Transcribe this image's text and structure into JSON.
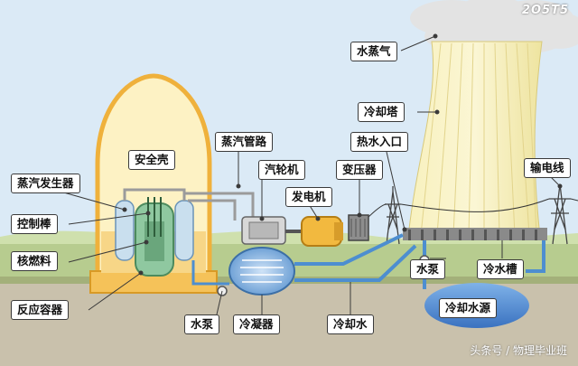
{
  "diagram": {
    "labels": {
      "containment": "安全壳",
      "steam_pipe": "蒸汽管路",
      "steam_generator": "蒸汽发生器",
      "turbine": "汽轮机",
      "transformer": "变压器",
      "generator": "发电机",
      "control_rod": "控制棒",
      "fuel": "核燃料",
      "reactor_vessel": "反应容器",
      "water_pump_left": "水泵",
      "condenser": "冷凝器",
      "cooling_water": "冷却水",
      "water_vapor": "水蒸气",
      "cooling_tower": "冷却塔",
      "hot_water_inlet": "热水入口",
      "power_line": "输电线",
      "water_pump_right": "水泵",
      "cooling_tank": "冷水槽",
      "cooling_source": "冷却水源"
    }
  },
  "watermarks": {
    "top_right": "2O5T5",
    "bottom_right": "头条号 / 物理毕业班"
  },
  "colors": {
    "sky": "#dbeaf6",
    "ground": "#b7cc8f",
    "containment": "#fdf2c4",
    "containment_border": "#efb13c",
    "tower": "#f6efb7",
    "water": "#4d8ed0",
    "steam": "#aaaaaa"
  }
}
